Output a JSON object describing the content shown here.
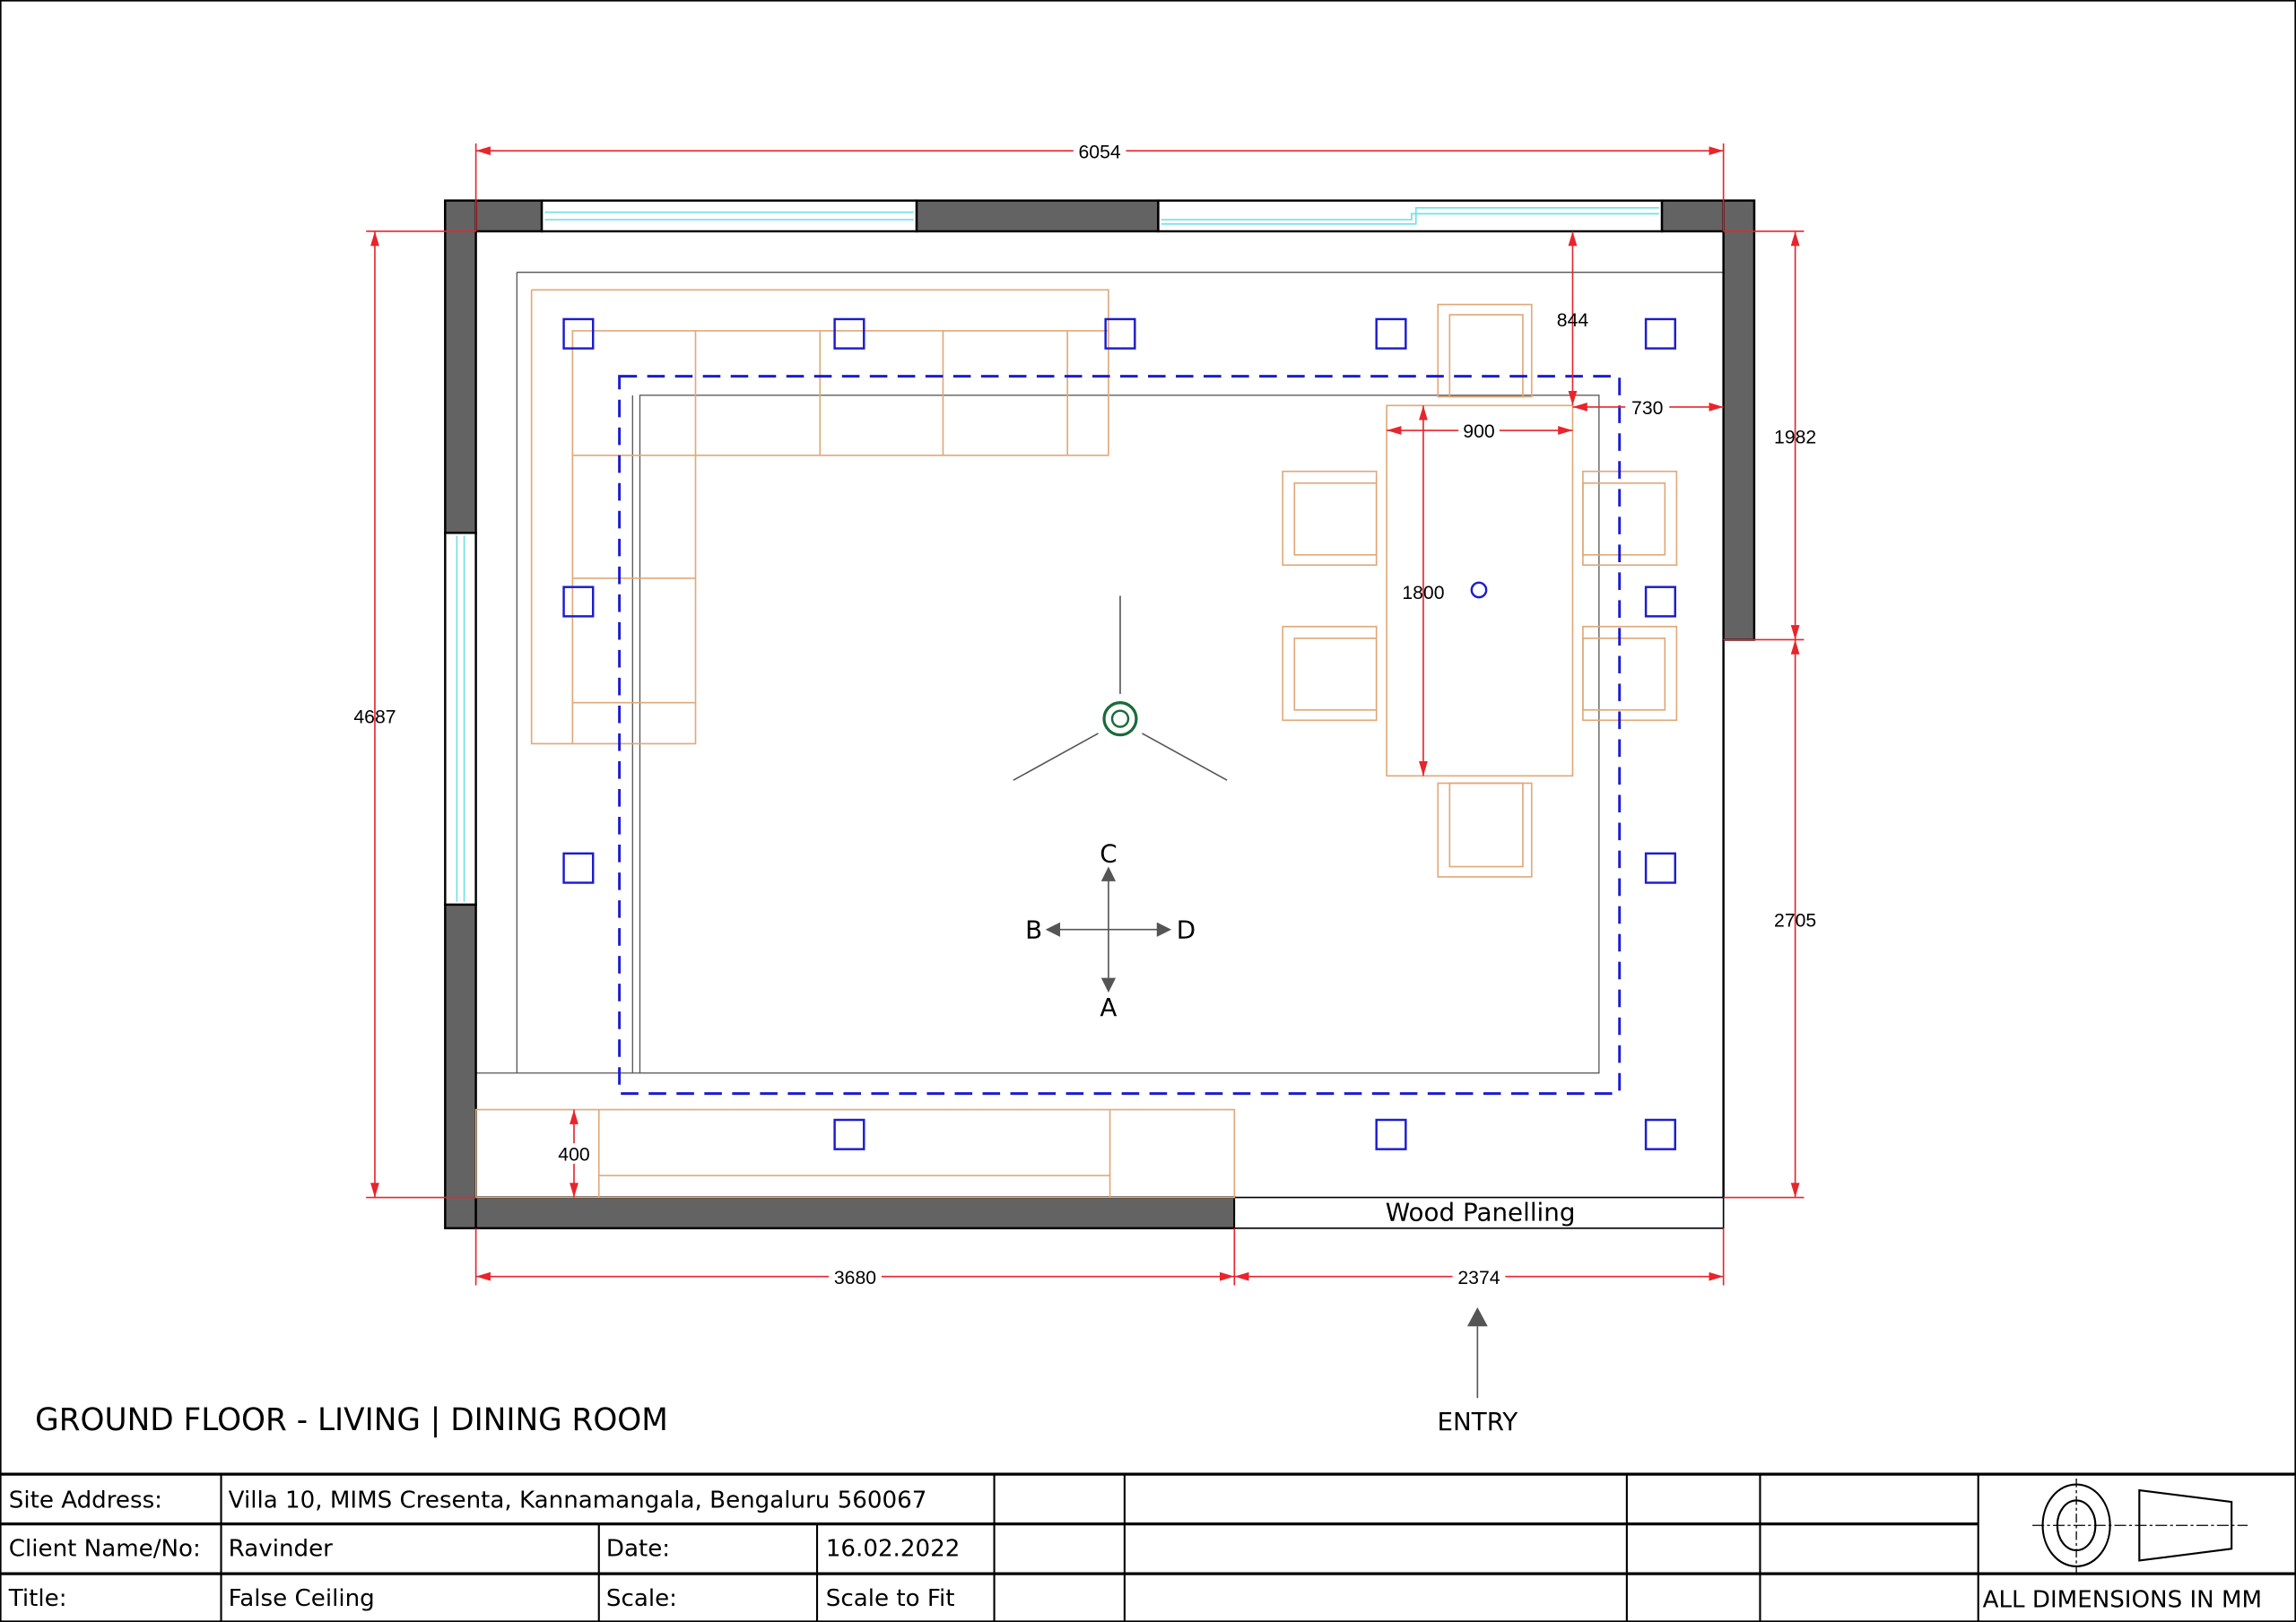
{
  "drawing": {
    "title": "GROUND FLOOR - LIVING | DINING ROOM",
    "wood_panelling": "Wood Panelling",
    "entry": "ENTRY",
    "compass": {
      "north": "C",
      "west": "B",
      "east": "D",
      "south": "A"
    },
    "dimensions": {
      "overall_width": "6054",
      "overall_depth": "4687",
      "right_upper": "1982",
      "right_lower": "2705",
      "bottom_left": "3680",
      "bottom_right": "2374",
      "table_offset_top": "844",
      "table_offset_right": "730",
      "table_width": "900",
      "table_length": "1800",
      "tv_unit_depth": "400"
    },
    "colors": {
      "wall": "#636363",
      "dimension": "#e8242c",
      "light": "#1c1cd0",
      "furniture": "#e0a878",
      "fan": "#1a6b3a",
      "glass": "#6fe0e8"
    }
  },
  "title_block": {
    "site_label": "Site Address:",
    "site_value": "Villa 10, MIMS Cresenta, Kannamangala, Bengaluru 560067",
    "client_label": "Client Name/No:",
    "client_value": "Ravinder",
    "date_label": "Date:",
    "date_value": "16.02.2022",
    "title_label": "Title:",
    "title_value": "False Ceiling",
    "scale_label": "Scale:",
    "scale_value": "Scale to Fit",
    "units_note": "ALL DIMENSIONS IN MM"
  }
}
